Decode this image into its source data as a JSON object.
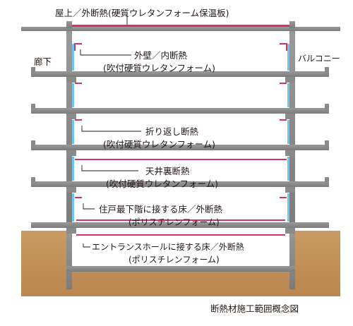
{
  "caption": "断熱材施工範囲概念図",
  "side_labels": {
    "corridor": "廊下",
    "balcony": "バルコニー"
  },
  "labels": {
    "roof": "屋上／外断熱(硬質ウレタンフォーム保温板)",
    "wall_line1": "外壁／内断熱",
    "wall_line2": "(吹付硬質ウレタンフォーム)",
    "foldback_line1": "折り返し断熱",
    "foldback_line2": "(吹付硬質ウレタンフォーム)",
    "ceiling_line1": "天井裏断熱",
    "ceiling_line2": "(吹付硬質ウレタンフォーム)",
    "lowest_floor_line1": "住戸最下階に接する床／外断熱",
    "lowest_floor_line2": "(ポリスチレンフォーム)",
    "entrance_line1": "エントランスホールに接する床／外断熱",
    "entrance_line2": "(ポリスチレンフォーム)"
  },
  "colors": {
    "ground": "#c4955e",
    "slab": "#8c8c8c",
    "slab_edge": "#707070",
    "insulation": "#d6336c",
    "window_glass": "#6ec6f0",
    "text": "#231815"
  }
}
